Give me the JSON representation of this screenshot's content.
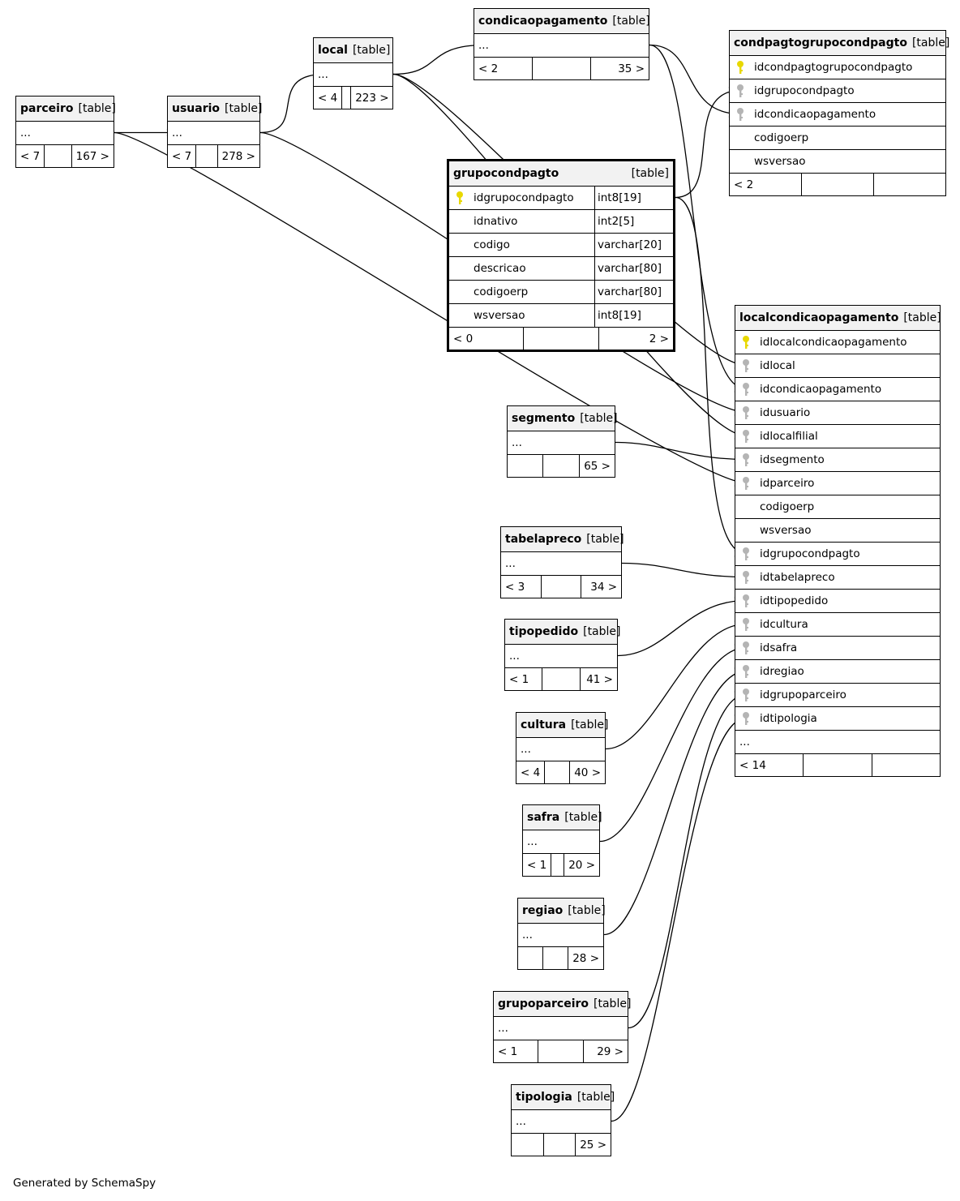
{
  "tables": [
    {
      "id": "parceiro",
      "name": "parceiro",
      "kind": "[table]",
      "rows": [
        {
          "text": "..."
        }
      ],
      "footer": [
        "< 7",
        "",
        "167 >"
      ]
    },
    {
      "id": "usuario",
      "name": "usuario",
      "kind": "[table]",
      "rows": [
        {
          "text": "..."
        }
      ],
      "footer": [
        "< 7",
        "",
        "278 >"
      ]
    },
    {
      "id": "local",
      "name": "local",
      "kind": "[table]",
      "rows": [
        {
          "text": "..."
        }
      ],
      "footer": [
        "< 4",
        "",
        "223 >"
      ]
    },
    {
      "id": "condicaopagamento",
      "name": "condicaopagamento",
      "kind": "[table]",
      "rows": [
        {
          "text": "..."
        }
      ],
      "footer": [
        "< 2",
        "",
        "35 >"
      ]
    },
    {
      "id": "condpagtogrupocondpagto",
      "name": "condpagtogrupocondpagto",
      "kind": "[table]",
      "rows": [
        {
          "text": "idcondpagtogrupocondpagto",
          "icon": "pk"
        },
        {
          "text": "idgrupocondpagto",
          "icon": "fk"
        },
        {
          "text": "idcondicaopagamento",
          "icon": "fk"
        },
        {
          "text": "codigoerp"
        },
        {
          "text": "wsversao"
        }
      ],
      "footer": [
        "< 2",
        "",
        ""
      ]
    },
    {
      "id": "grupocondpagto",
      "name": "grupocondpagto",
      "kind": "[table]",
      "focus": true,
      "rows": [
        {
          "text": "idgrupocondpagto",
          "type": "int8[19]",
          "icon": "pk"
        },
        {
          "text": "idnativo",
          "type": "int2[5]"
        },
        {
          "text": "codigo",
          "type": "varchar[20]"
        },
        {
          "text": "descricao",
          "type": "varchar[80]"
        },
        {
          "text": "codigoerp",
          "type": "varchar[80]"
        },
        {
          "text": "wsversao",
          "type": "int8[19]"
        }
      ],
      "footer": [
        "< 0",
        "",
        "2 >"
      ]
    },
    {
      "id": "segmento",
      "name": "segmento",
      "kind": "[table]",
      "rows": [
        {
          "text": "..."
        }
      ],
      "footer": [
        "",
        "",
        "65 >"
      ]
    },
    {
      "id": "tabelapreco",
      "name": "tabelapreco",
      "kind": "[table]",
      "rows": [
        {
          "text": "..."
        }
      ],
      "footer": [
        "< 3",
        "",
        "34 >"
      ]
    },
    {
      "id": "tipopedido",
      "name": "tipopedido",
      "kind": "[table]",
      "rows": [
        {
          "text": "..."
        }
      ],
      "footer": [
        "< 1",
        "",
        "41 >"
      ]
    },
    {
      "id": "cultura",
      "name": "cultura",
      "kind": "[table]",
      "rows": [
        {
          "text": "..."
        }
      ],
      "footer": [
        "< 4",
        "",
        "40 >"
      ]
    },
    {
      "id": "safra",
      "name": "safra",
      "kind": "[table]",
      "rows": [
        {
          "text": "..."
        }
      ],
      "footer": [
        "< 1",
        "",
        "20 >"
      ]
    },
    {
      "id": "regiao",
      "name": "regiao",
      "kind": "[table]",
      "rows": [
        {
          "text": "..."
        }
      ],
      "footer": [
        "",
        "",
        "28 >"
      ]
    },
    {
      "id": "grupoparceiro",
      "name": "grupoparceiro",
      "kind": "[table]",
      "rows": [
        {
          "text": "..."
        }
      ],
      "footer": [
        "< 1",
        "",
        "29 >"
      ]
    },
    {
      "id": "tipologia",
      "name": "tipologia",
      "kind": "[table]",
      "rows": [
        {
          "text": "..."
        }
      ],
      "footer": [
        "",
        "",
        "25 >"
      ]
    },
    {
      "id": "localcondicaopagamento",
      "name": "localcondicaopagamento",
      "kind": "[table]",
      "rows": [
        {
          "text": "idlocalcondicaopagamento",
          "icon": "pk"
        },
        {
          "text": "idlocal",
          "icon": "fk"
        },
        {
          "text": "idcondicaopagamento",
          "icon": "fk"
        },
        {
          "text": "idusuario",
          "icon": "fk"
        },
        {
          "text": "idlocalfilial",
          "icon": "fk"
        },
        {
          "text": "idsegmento",
          "icon": "fk"
        },
        {
          "text": "idparceiro",
          "icon": "fk"
        },
        {
          "text": "codigoerp"
        },
        {
          "text": "wsversao"
        },
        {
          "text": "idgrupocondpagto",
          "icon": "fk"
        },
        {
          "text": "idtabelapreco",
          "icon": "fk"
        },
        {
          "text": "idtipopedido",
          "icon": "fk"
        },
        {
          "text": "idcultura",
          "icon": "fk"
        },
        {
          "text": "idsafra",
          "icon": "fk"
        },
        {
          "text": "idregiao",
          "icon": "fk"
        },
        {
          "text": "idgrupoparceiro",
          "icon": "fk"
        },
        {
          "text": "idtipologia",
          "icon": "fk"
        },
        {
          "text": "..."
        }
      ],
      "footer": [
        "< 14",
        "",
        ""
      ]
    }
  ],
  "relationships": [
    {
      "from": "usuario",
      "to": "parceiro",
      "from_col": "...",
      "to_col": "..."
    },
    {
      "from": "local",
      "to": "usuario",
      "from_col": "...",
      "to_col": "..."
    },
    {
      "from": "condicaopagamento",
      "to": "local",
      "from_col": "...",
      "to_col": "..."
    },
    {
      "from": "condpagtogrupocondpagto",
      "to": "condicaopagamento",
      "from_col": "idcondicaopagamento",
      "to_col": "..."
    },
    {
      "from": "condpagtogrupocondpagto",
      "to": "grupocondpagto",
      "from_col": "idgrupocondpagto",
      "to_col": "idgrupocondpagto"
    },
    {
      "from": "localcondicaopagamento",
      "to": "local",
      "from_col": "idlocal",
      "to_col": "..."
    },
    {
      "from": "localcondicaopagamento",
      "to": "condicaopagamento",
      "from_col": "idcondicaopagamento",
      "to_col": "..."
    },
    {
      "from": "localcondicaopagamento",
      "to": "usuario",
      "from_col": "idusuario",
      "to_col": "..."
    },
    {
      "from": "localcondicaopagamento",
      "to": "local",
      "from_col": "idlocalfilial",
      "to_col": "..."
    },
    {
      "from": "localcondicaopagamento",
      "to": "segmento",
      "from_col": "idsegmento",
      "to_col": "..."
    },
    {
      "from": "localcondicaopagamento",
      "to": "parceiro",
      "from_col": "idparceiro",
      "to_col": "..."
    },
    {
      "from": "localcondicaopagamento",
      "to": "grupocondpagto",
      "from_col": "idgrupocondpagto",
      "to_col": "idgrupocondpagto"
    },
    {
      "from": "localcondicaopagamento",
      "to": "tabelapreco",
      "from_col": "idtabelapreco",
      "to_col": "..."
    },
    {
      "from": "localcondicaopagamento",
      "to": "tipopedido",
      "from_col": "idtipopedido",
      "to_col": "..."
    },
    {
      "from": "localcondicaopagamento",
      "to": "cultura",
      "from_col": "idcultura",
      "to_col": "..."
    },
    {
      "from": "localcondicaopagamento",
      "to": "safra",
      "from_col": "idsafra",
      "to_col": "..."
    },
    {
      "from": "localcondicaopagamento",
      "to": "regiao",
      "from_col": "idregiao",
      "to_col": "..."
    },
    {
      "from": "localcondicaopagamento",
      "to": "grupoparceiro",
      "from_col": "idgrupoparceiro",
      "to_col": "..."
    },
    {
      "from": "localcondicaopagamento",
      "to": "tipologia",
      "from_col": "idtipologia",
      "to_col": "..."
    }
  ],
  "credit": "Generated by SchemaSpy",
  "colors": {
    "pk_key": "#e8d800",
    "fk_key": "#b4b4b4",
    "header_bg": "#f2f2f2",
    "line": "#000000"
  }
}
